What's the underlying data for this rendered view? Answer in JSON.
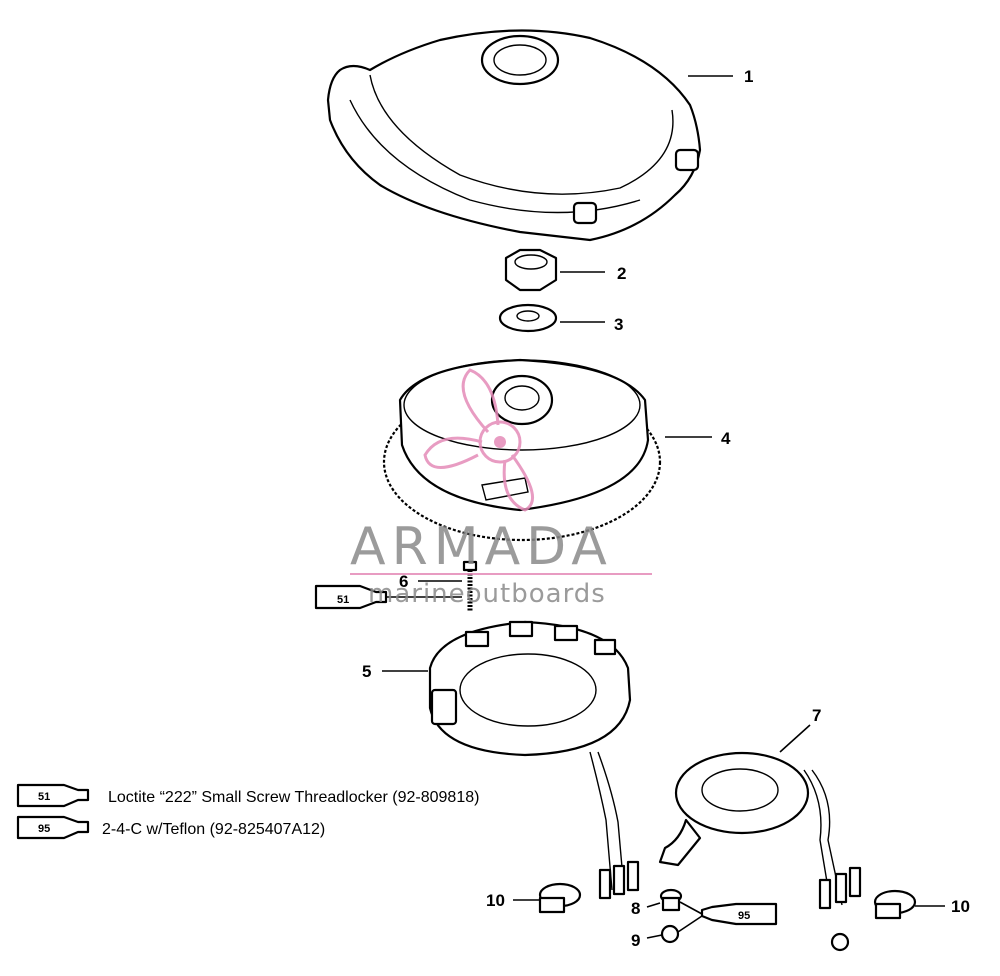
{
  "diagram": {
    "callouts": [
      "1",
      "2",
      "3",
      "4",
      "5",
      "6",
      "7",
      "8",
      "9",
      "10",
      "10"
    ],
    "legend": [
      {
        "tube_label": "51",
        "text": "Loctite “222” Small Screw Threadlocker  (92-809818)"
      },
      {
        "tube_label": "95",
        "text": "2-4-C w/Teflon (92-825407A12)"
      }
    ],
    "part_tubes": {
      "screw_tube": "51",
      "bracket_tube": "95"
    }
  },
  "watermark": {
    "brand": "ARMADA",
    "tagline": "marineoutboards",
    "logo_icon": "propeller-logo-icon",
    "color_accent": "#e48bb8",
    "color_text": "#8a8a8a"
  }
}
